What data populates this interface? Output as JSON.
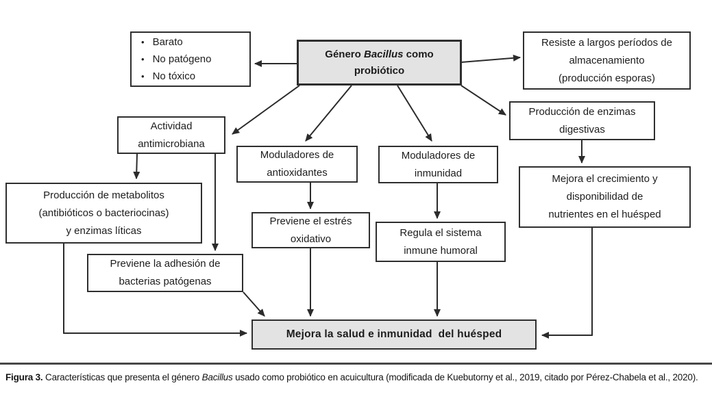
{
  "figure": {
    "colors": {
      "box_fill": "#ffffff",
      "accent_fill": "#e3e3e3",
      "border": "#2e2e2e",
      "arrow": "#2b2b2b",
      "divider": "#474747"
    },
    "nodes": {
      "root": {
        "text1": "Género ",
        "em": "Bacillus",
        "text2": " como probiótico"
      },
      "features": {
        "bullet": "•",
        "items": [
          "Barato",
          "No patógeno",
          "No tóxico"
        ]
      },
      "resiste": {
        "lines": [
          "Resiste a largos períodos de",
          "almacenamiento",
          "(producción esporas)"
        ]
      },
      "enzimas": {
        "lines": [
          "Producción de enzimas",
          "digestivas"
        ]
      },
      "actividad": {
        "lines": [
          "Actividad",
          "antimicrobiana"
        ]
      },
      "antioxidantes": {
        "lines": [
          "Moduladores de",
          "antioxidantes"
        ]
      },
      "inmunidad": {
        "lines": [
          "Moduladores de",
          "inmunidad"
        ]
      },
      "metabolitos": {
        "lines": [
          "Producción de metabolitos",
          "(antibióticos o bacteriocinas)",
          "y enzimas líticas"
        ]
      },
      "estres": {
        "lines": [
          "Previene el estrés",
          "oxidativo"
        ]
      },
      "regula": {
        "lines": [
          "Regula el sistema",
          "inmune humoral"
        ]
      },
      "adhesion": {
        "lines": [
          "Previene la adhesión de",
          "bacterias patógenas"
        ]
      },
      "crecimiento": {
        "lines": [
          "Mejora el crecimiento y",
          "disponibilidad de",
          "nutrientes en el huésped"
        ]
      },
      "salud": {
        "label": "Mejora la salud e inmunidad  del huésped"
      }
    },
    "caption": {
      "label": "Figura 3.",
      "text1": " Características que presenta el género ",
      "em": "Bacillus",
      "text2": " usado como probiótico en acuicultura (modificada de Kuebutorny et al., 2019, citado por Pérez-Chabela et al., 2020)."
    }
  }
}
